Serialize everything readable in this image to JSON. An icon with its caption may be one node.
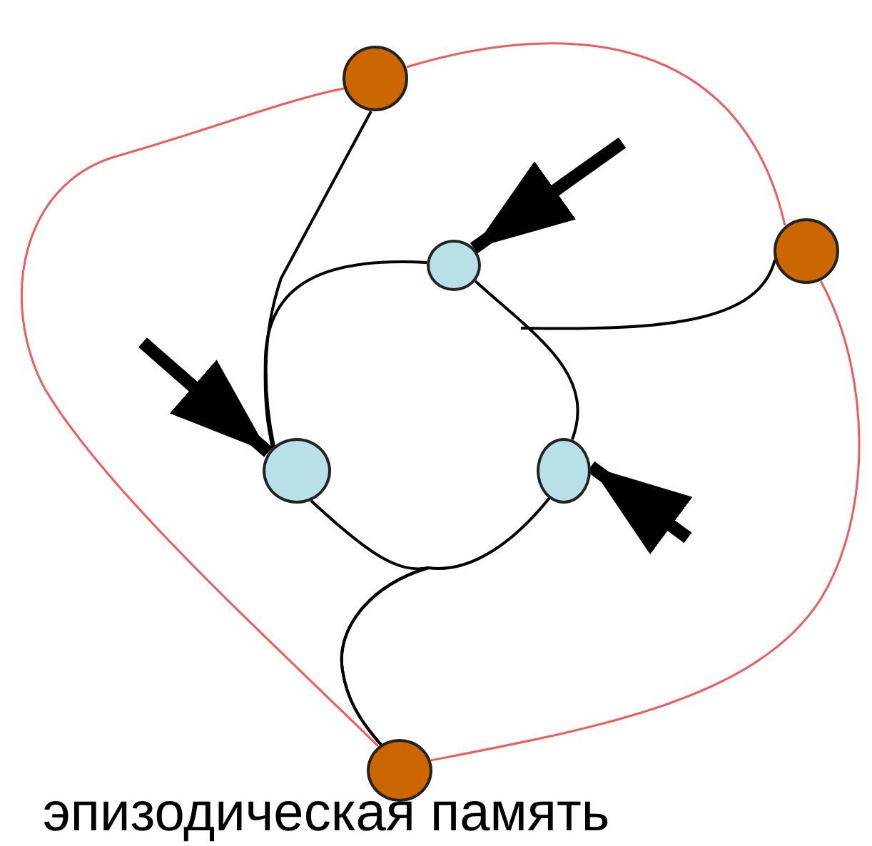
{
  "diagram": {
    "caption": "эпизодическая память",
    "nodes": [
      {
        "text": [],
        "shape": "circle"
      },
      {
        "text": [],
        "shape": "circle"
      },
      {
        "text": [],
        "shape": "circle"
      },
      {
        "text": [],
        "shape": "circle"
      },
      {
        "text": [],
        "shape": "circle"
      },
      {
        "text": [],
        "shape": "circle"
      }
    ],
    "edges": [
      {
        "from": 0,
        "to": 2,
        "arrow": "none",
        "color": "#f05a5a"
      },
      {
        "from": 2,
        "to": 5,
        "arrow": "none",
        "color": "#f05a5a"
      },
      {
        "from": 5,
        "to": 0,
        "arrow": "none",
        "color": "#f05a5a"
      },
      {
        "from": 0,
        "to": 3,
        "arrow": "none"
      },
      {
        "from": 1,
        "to": 3,
        "arrow": "none"
      },
      {
        "from": 1,
        "to": 4,
        "arrow": "none"
      },
      {
        "from": 2,
        "to": null,
        "arrow": "none"
      },
      {
        "from": 3,
        "to": 5,
        "arrow": "none"
      },
      {
        "from": 4,
        "to": 5,
        "arrow": "none"
      },
      {
        "from": null,
        "to": 1,
        "arrow": "to",
        "style": "thick"
      },
      {
        "from": null,
        "to": 3,
        "arrow": "to",
        "style": "thick"
      },
      {
        "from": null,
        "to": 4,
        "arrow": "to",
        "style": "thick"
      }
    ]
  }
}
